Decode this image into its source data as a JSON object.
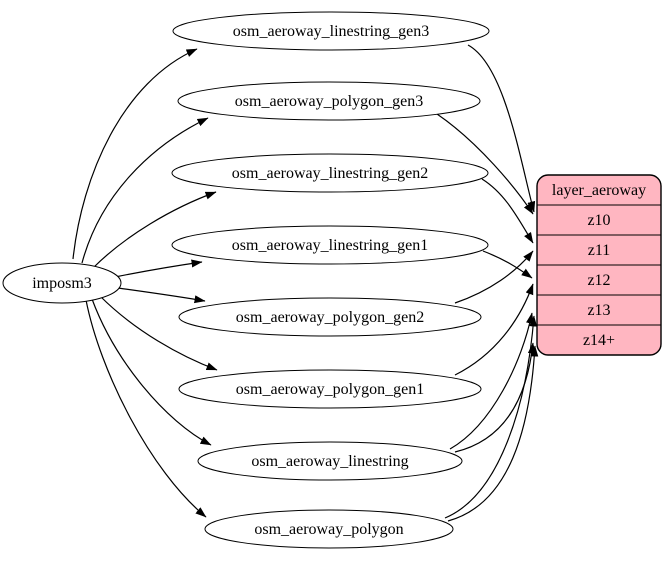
{
  "colors": {
    "background": "#ffffff",
    "edge": "#000000",
    "table_fill": "#ffffff",
    "table_stroke": "#000000",
    "layer_fill": "#ffb6c1",
    "layer_stroke": "#000000",
    "text": "#000000"
  },
  "imposm_node": {
    "label": "imposm3"
  },
  "tables": [
    "osm_aeroway_linestring_gen3",
    "osm_aeroway_polygon_gen3",
    "osm_aeroway_linestring_gen2",
    "osm_aeroway_linestring_gen1",
    "osm_aeroway_polygon_gen2",
    "osm_aeroway_polygon_gen1",
    "osm_aeroway_linestring",
    "osm_aeroway_polygon"
  ],
  "layer": {
    "header": "layer_aeroway",
    "rows": [
      "z10",
      "z11",
      "z12",
      "z13",
      "z14+"
    ]
  },
  "edges": [
    {
      "from": "imposm3",
      "to": "osm_aeroway_linestring_gen3"
    },
    {
      "from": "imposm3",
      "to": "osm_aeroway_polygon_gen3"
    },
    {
      "from": "imposm3",
      "to": "osm_aeroway_linestring_gen2"
    },
    {
      "from": "imposm3",
      "to": "osm_aeroway_linestring_gen1"
    },
    {
      "from": "imposm3",
      "to": "osm_aeroway_polygon_gen2"
    },
    {
      "from": "imposm3",
      "to": "osm_aeroway_polygon_gen1"
    },
    {
      "from": "imposm3",
      "to": "osm_aeroway_linestring"
    },
    {
      "from": "imposm3",
      "to": "osm_aeroway_polygon"
    },
    {
      "from": "osm_aeroway_linestring_gen3",
      "to": "z10"
    },
    {
      "from": "osm_aeroway_polygon_gen3",
      "to": "z10"
    },
    {
      "from": "osm_aeroway_linestring_gen2",
      "to": "z11"
    },
    {
      "from": "osm_aeroway_polygon_gen2",
      "to": "z11"
    },
    {
      "from": "osm_aeroway_linestring_gen1",
      "to": "z12"
    },
    {
      "from": "osm_aeroway_polygon_gen1",
      "to": "z12"
    },
    {
      "from": "osm_aeroway_linestring",
      "to": "z13"
    },
    {
      "from": "osm_aeroway_linestring",
      "to": "z14+"
    },
    {
      "from": "osm_aeroway_polygon",
      "to": "z13"
    },
    {
      "from": "osm_aeroway_polygon",
      "to": "z14+"
    }
  ]
}
